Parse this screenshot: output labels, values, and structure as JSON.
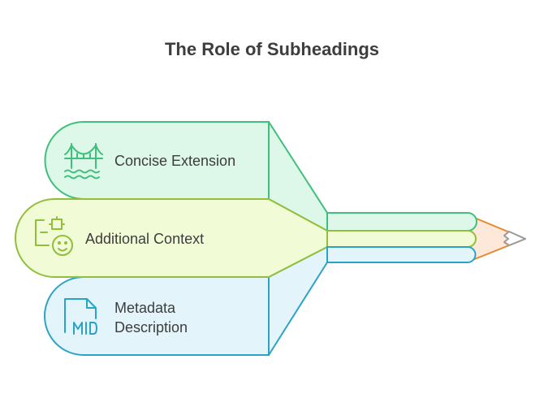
{
  "title": "The Role of Subheadings",
  "items": [
    {
      "label_lines": [
        "Concise Extension"
      ],
      "icon": "bridge-icon",
      "fill": "#ddf7e9",
      "stroke": "#3fbf7c"
    },
    {
      "label_lines": [
        "Additional Context"
      ],
      "icon": "puzzle-face-icon",
      "fill": "#f1fbd6",
      "stroke": "#92bf3b"
    },
    {
      "label_lines": [
        "Metadata",
        "Description"
      ],
      "icon": "mid-file-icon",
      "fill": "#e3f5fb",
      "stroke": "#2ba3c7"
    }
  ],
  "pencil": {
    "tip_fill": "#fde8d9",
    "tip_stroke": "#e58a2e",
    "lead_stroke": "#9a9a9a"
  }
}
